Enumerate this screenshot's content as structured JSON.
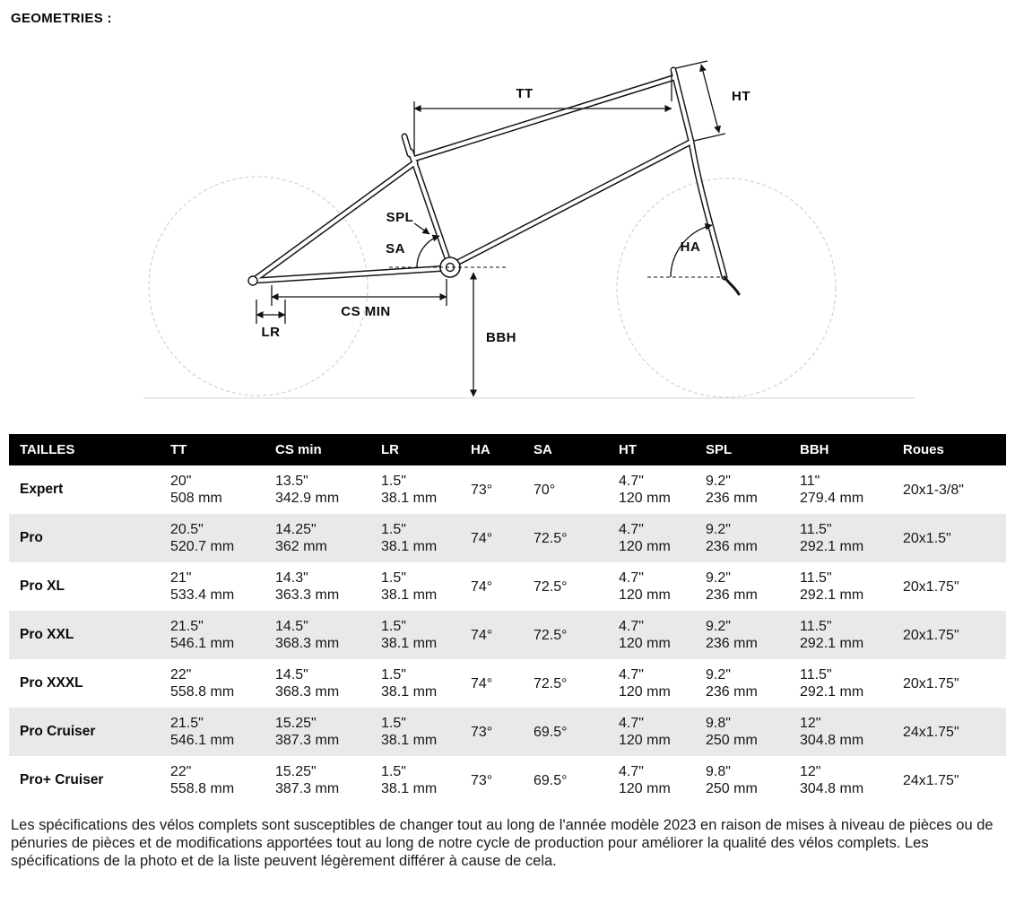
{
  "page": {
    "title": "GEOMETRIES :",
    "footer": "Les spécifications des vélos complets sont susceptibles de changer tout au long de l'année modèle 2023 en raison de mises à niveau de pièces ou de pénuries de pièces et de modifications apportées tout au long de notre cycle de production pour améliorer la qualité des vélos complets. Les spécifications de la photo et de la liste peuvent légèrement différer à cause de cela."
  },
  "diagram": {
    "labels": {
      "tt": "TT",
      "ht": "HT",
      "spl": "SPL",
      "sa": "SA",
      "ha": "HA",
      "cs_min": "CS MIN",
      "lr": "LR",
      "bbh": "BBH"
    }
  },
  "table": {
    "headers": [
      "TAILLES",
      "TT",
      "CS min",
      "LR",
      "HA",
      "SA",
      "HT",
      "SPL",
      "BBH",
      "Roues"
    ],
    "rows": [
      {
        "name": "Expert",
        "cells": [
          [
            "20\"",
            "508 mm"
          ],
          [
            "13.5\"",
            "342.9 mm"
          ],
          [
            "1.5\"",
            "38.1 mm"
          ],
          [
            "73°"
          ],
          [
            "70°"
          ],
          [
            "4.7\"",
            "120 mm"
          ],
          [
            "9.2\"",
            "236 mm"
          ],
          [
            "11\"",
            "279.4 mm"
          ],
          [
            "20x1-3/8\""
          ]
        ]
      },
      {
        "name": "Pro",
        "cells": [
          [
            "20.5\"",
            "520.7 mm"
          ],
          [
            "14.25\"",
            "362 mm"
          ],
          [
            "1.5\"",
            "38.1 mm"
          ],
          [
            "74°"
          ],
          [
            "72.5°"
          ],
          [
            "4.7\"",
            "120 mm"
          ],
          [
            "9.2\"",
            "236 mm"
          ],
          [
            "11.5\"",
            "292.1 mm"
          ],
          [
            "20x1.5\""
          ]
        ]
      },
      {
        "name": "Pro XL",
        "cells": [
          [
            "21\"",
            "533.4 mm"
          ],
          [
            "14.3\"",
            "363.3 mm"
          ],
          [
            "1.5\"",
            "38.1 mm"
          ],
          [
            "74°"
          ],
          [
            "72.5°"
          ],
          [
            "4.7\"",
            "120 mm"
          ],
          [
            "9.2\"",
            "236 mm"
          ],
          [
            "11.5\"",
            "292.1 mm"
          ],
          [
            "20x1.75\""
          ]
        ]
      },
      {
        "name": "Pro XXL",
        "cells": [
          [
            "21.5\"",
            "546.1 mm"
          ],
          [
            "14.5\"",
            "368.3 mm"
          ],
          [
            "1.5\"",
            "38.1 mm"
          ],
          [
            "74°"
          ],
          [
            "72.5°"
          ],
          [
            "4.7\"",
            "120 mm"
          ],
          [
            "9.2\"",
            "236 mm"
          ],
          [
            "11.5\"",
            "292.1 mm"
          ],
          [
            "20x1.75\""
          ]
        ]
      },
      {
        "name": "Pro XXXL",
        "cells": [
          [
            "22\"",
            "558.8 mm"
          ],
          [
            "14.5\"",
            "368.3 mm"
          ],
          [
            "1.5\"",
            "38.1 mm"
          ],
          [
            "74°"
          ],
          [
            "72.5°"
          ],
          [
            "4.7\"",
            "120 mm"
          ],
          [
            "9.2\"",
            "236 mm"
          ],
          [
            "11.5\"",
            "292.1 mm"
          ],
          [
            "20x1.75\""
          ]
        ]
      },
      {
        "name": "Pro Cruiser",
        "cells": [
          [
            "21.5\"",
            "546.1 mm"
          ],
          [
            "15.25\"",
            "387.3 mm"
          ],
          [
            "1.5\"",
            "38.1 mm"
          ],
          [
            "73°"
          ],
          [
            "69.5°"
          ],
          [
            "4.7\"",
            "120 mm"
          ],
          [
            "9.8\"",
            "250 mm"
          ],
          [
            "12\"",
            "304.8 mm"
          ],
          [
            "24x1.75\""
          ]
        ]
      },
      {
        "name": "Pro+ Cruiser",
        "cells": [
          [
            "22\"",
            "558.8 mm"
          ],
          [
            "15.25\"",
            "387.3 mm"
          ],
          [
            "1.5\"",
            "38.1 mm"
          ],
          [
            "73°"
          ],
          [
            "69.5°"
          ],
          [
            "4.7\"",
            "120 mm"
          ],
          [
            "9.8\"",
            "250 mm"
          ],
          [
            "12\"",
            "304.8 mm"
          ],
          [
            "24x1.75\""
          ]
        ]
      }
    ]
  }
}
